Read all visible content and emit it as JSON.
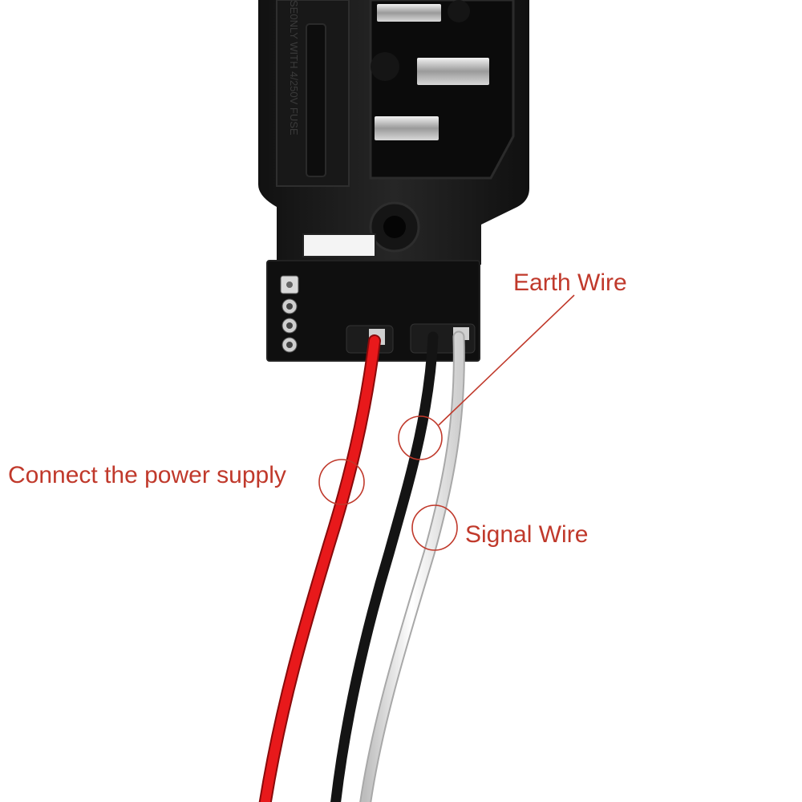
{
  "colors": {
    "annotation": "#c0392b",
    "red_wire": "#e8191b",
    "black_wire": "#141414",
    "white_wire": "#fafafa",
    "housing": "#1c1c1c"
  },
  "socket_marking": "SE0NLY WITH 4/250V FUSE",
  "labels": {
    "earth_wire": "Earth Wire",
    "power_supply": "Connect the power supply",
    "signal_wire": "Signal Wire"
  }
}
